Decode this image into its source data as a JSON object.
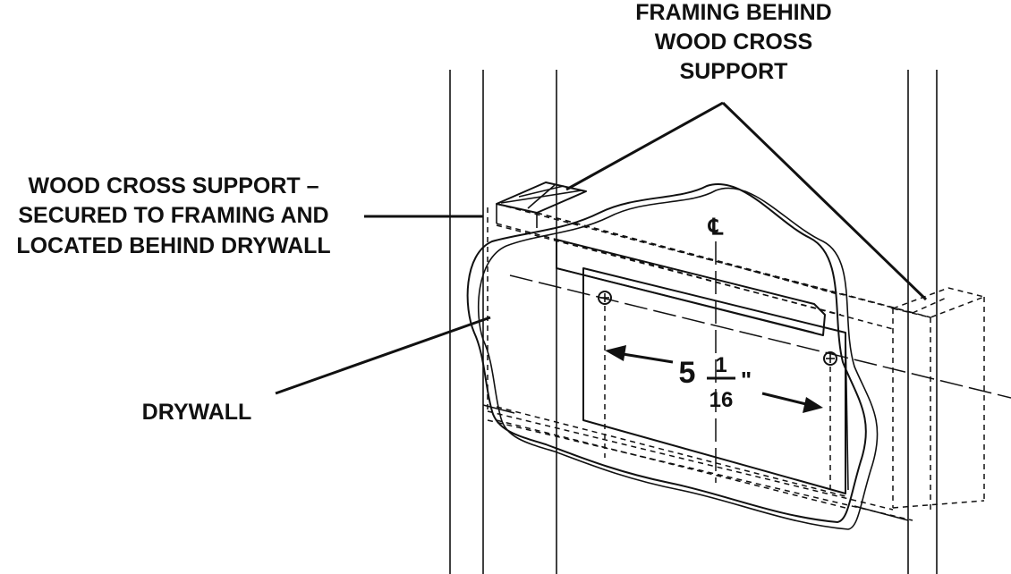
{
  "labels": {
    "framing_behind": [
      "FRAMING BEHIND",
      "WOOD CROSS",
      "SUPPORT"
    ],
    "wood_cross_support": [
      "WOOD CROSS SUPPORT –",
      "SECURED TO FRAMING AND",
      "LOCATED BEHIND DRYWALL"
    ],
    "drywall": "DRYWALL"
  },
  "dimension": {
    "whole": "5",
    "numerator": "1",
    "denominator": "16",
    "unit": "\""
  },
  "centerline_symbol": "℄"
}
